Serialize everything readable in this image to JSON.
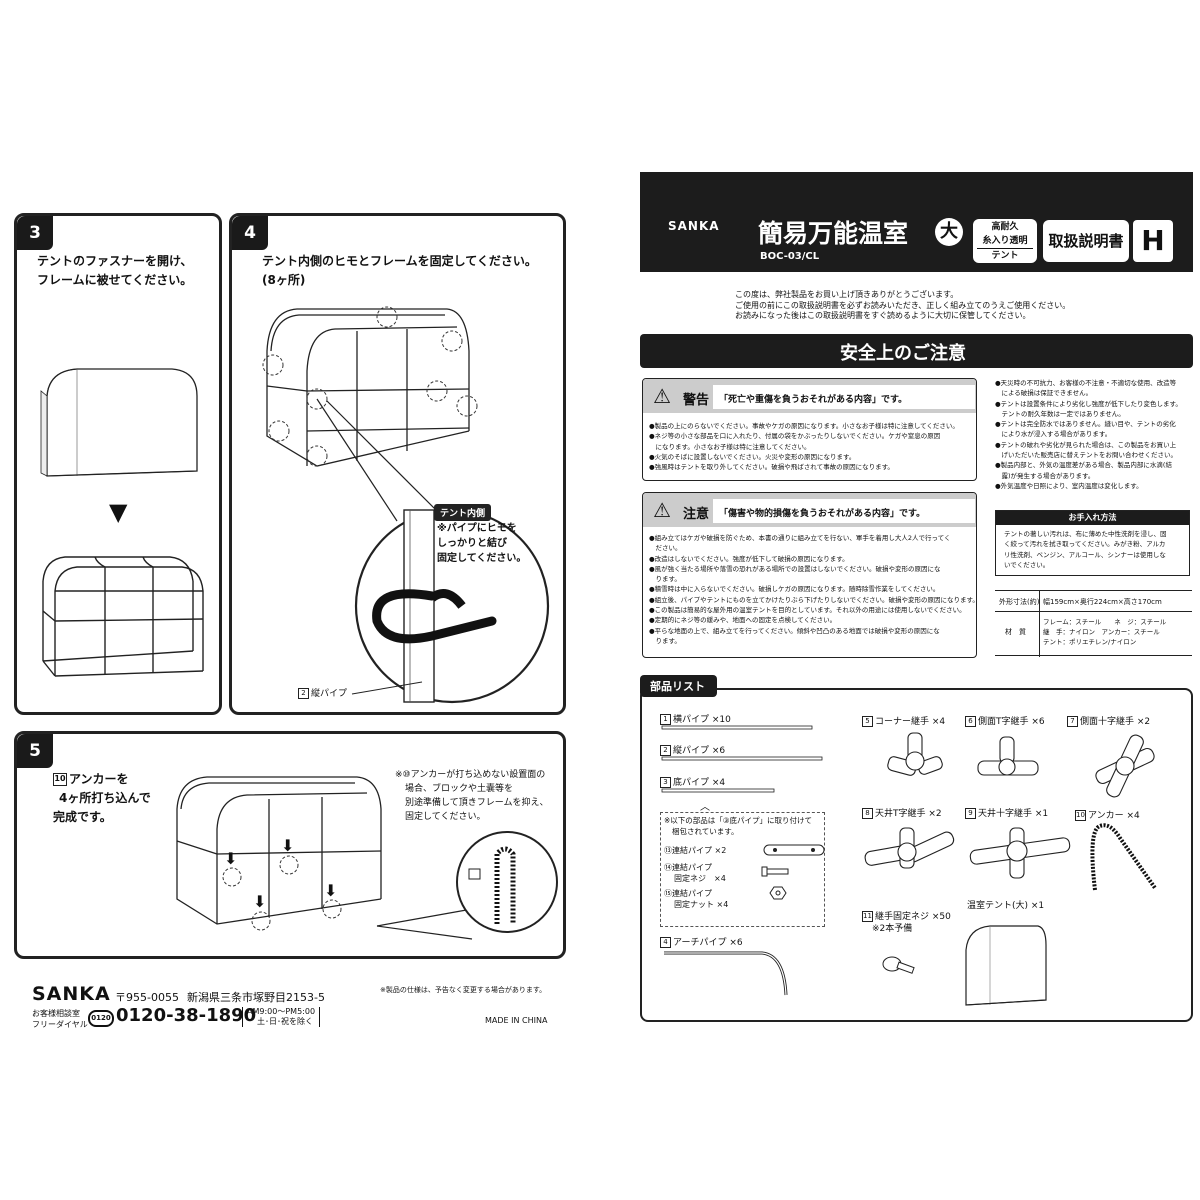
{
  "steps": {
    "step3": {
      "number": "3",
      "line1": "テントのファスナーを開け、",
      "line2": "フレームに被せてください。"
    },
    "step4": {
      "number": "4",
      "line1": "テント内側のヒモとフレームを固定してください。",
      "line2": "(8ヶ所)",
      "callout_tag": "テント内側",
      "callout1": "※パイプにヒモを",
      "callout2": "しっかりと結び",
      "callout3": "固定してください。",
      "pipe_label": "縦パイプ",
      "pipe_num": "2"
    },
    "step5": {
      "number": "5",
      "line1": "アンカーを",
      "line2": "4ヶ所打ち込んで",
      "line3": "完成です。",
      "anchor_num": "10",
      "note1": "※⑩アンカーが打ち込めない設置面の",
      "note2": "場合、ブロックや土嚢等を",
      "note3": "別途準備して頂きフレームを抑え、",
      "note4": "固定してください。"
    }
  },
  "footer": {
    "brand": "SANKA",
    "postal": "〒955-0055",
    "address": "新潟県三条市塚野目2153-5",
    "spec_note": "※製品の仕様は、予告なく変更する場合があります。",
    "consult1": "お客様相談室",
    "consult2": "フリーダイヤル",
    "freedial_mark": "0120",
    "phone": "0120-38-1890",
    "hours1": "AM9:00〜PM5:00",
    "hours2": "土･日･祝を除く",
    "made_in": "MADE IN CHINA"
  },
  "header": {
    "brand": "SANKA",
    "title": "簡易万能温室",
    "size": "大",
    "badge1": "高耐久",
    "badge2": "糸入り透明",
    "badge3": "テント",
    "manual": "取扱説明書",
    "letter": "H",
    "model": "BOC-03/CL"
  },
  "intro": {
    "line1": "この度は、弊社製品をお買い上げ頂きありがとうございます。",
    "line2": "ご使用の前にこの取扱説明書を必ずお読みいただき、正しく組み立てのうえご使用ください。",
    "line3": "お読みになった後はこの取扱説明書をすぐ読めるように大切に保管してください。"
  },
  "safety": {
    "title": "安全上のご注意",
    "warning_label": "警告",
    "warning_desc": "「死亡や重傷を負うおそれがある内容」です。",
    "warning_items": [
      "●製品の上にのらないでください。事故やケガの原因になります。小さなお子様は特に注意してください。",
      "●ネジ等の小さな部品を口に入れたり、付属の袋をかぶったりしないでください。ケガや窒息の原因",
      "　になります。小さなお子様は特に注意してください。",
      "●火気のそばに設置しないでください。火災や変形の原因になります。",
      "●強風時はテントを取り外してください。破損や飛ばされて事故の原因になります。"
    ],
    "caution_label": "注意",
    "caution_desc": "「傷害や物的損傷を負うおそれがある内容」です。",
    "caution_items": [
      "●組み立てはケガや破損を防ぐため、本書の通りに組み立てを行ない、軍手を着用し大人2人で行ってく",
      "　ださい。",
      "●改造はしないでください。強度が低下して破損の原因になります。",
      "●風が強く当たる場所や落雪の恐れがある場所での設置はしないでください。破損や変形の原因にな",
      "　ります。",
      "●積雪時は中に入らないでください。破損しケガの原因になります。随時除雪作業をしてください。",
      "●組立後、パイプやテントにものを立てかけたりぶら下げたりしないでください。破損や変形の原因になります。",
      "●この製品は簡易的な屋外用の温室テントを目的としています。それ以外の用途には使用しないでください。",
      "●定期的にネジ等の緩みや、地面への固定を点検してください。",
      "●平らな地面の上で、組み立てを行ってください。傾斜や凹凸のある地面では破損や変形の原因にな",
      "　ります。"
    ],
    "side_items": [
      "●天災時の不可抗力、お客様の不注意・不適切な使用、改造等",
      "　による破損は保証できません。",
      "●テントは設置条件により劣化し強度が低下したり変色します。",
      "　テントの耐久年数は一定ではありません。",
      "●テントは完全防水ではありません。縫い目や、テントの劣化",
      "　により水が浸入する場合があります。",
      "●テントの破れや劣化が見られた場合は、この製品をお買い上",
      "　げいただいた販売店に替えテントをお問い合わせください。",
      "●製品内部と、外気の温度差がある場合、製品内部に水滴(結",
      "　露)が発生する場合があります。",
      "●外気温度や日照により、室内温度は変化します。"
    ],
    "care_title": "お手入れ方法",
    "care_items": [
      "テントの著しい汚れは、布に薄めた中性洗剤を浸し、固",
      "く絞って汚れを拭き取ってください。みがき粉、アルカ",
      "リ性洗剤、ベンジン、アルコール、シンナーは使用しな",
      "いでください。"
    ]
  },
  "specs": {
    "dim_label": "外形寸法(約)",
    "dim_value": "幅159cm×奥行224cm×高さ170cm",
    "mat_label": "材　質",
    "mat1": "フレーム：スチール　　ネ　ジ：スチール",
    "mat2": "継　手：ナイロン　アンカー：スチール",
    "mat3": "テント：ポリエチレン/ナイロン"
  },
  "parts": {
    "title": "部品リスト",
    "items": [
      {
        "num": "1",
        "label": "横パイプ ×10"
      },
      {
        "num": "2",
        "label": "縦パイプ ×6"
      },
      {
        "num": "3",
        "label": "底パイプ ×4"
      },
      {
        "num": "4",
        "label": "アーチパイプ ×6"
      },
      {
        "num": "5",
        "label": "コーナー継手 ×4"
      },
      {
        "num": "6",
        "label": "側面T字継手 ×6"
      },
      {
        "num": "7",
        "label": "側面十字継手 ×2"
      },
      {
        "num": "8",
        "label": "天井T字継手 ×2"
      },
      {
        "num": "9",
        "label": "天井十字継手 ×1"
      },
      {
        "num": "10",
        "label": "アンカー ×4"
      },
      {
        "num": "11",
        "label": "継手固定ネジ ×50"
      }
    ],
    "note1": "※以下の部品は「③底パイプ」に取り付けて",
    "note2": "梱包されています。",
    "sub1": "⑬連結パイプ ×2",
    "sub2a": "⑭連結パイプ",
    "sub2b": "固定ネジ　×4",
    "sub3a": "⑮連結パイプ",
    "sub3b": "固定ナット ×4",
    "spare": "※2本予備",
    "tent": "温室テント(大) ×1"
  }
}
